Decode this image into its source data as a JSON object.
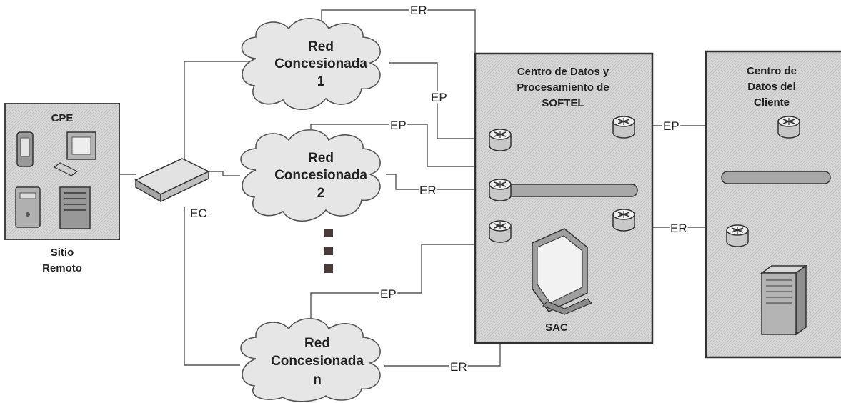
{
  "cpe_box": {
    "title": "CPE",
    "site_line1": "Sitio",
    "site_line2": "Remoto"
  },
  "edge_device_label": "EC",
  "clouds": [
    {
      "line1": "Red",
      "line2": "Concesionada",
      "line3": "1"
    },
    {
      "line1": "Red",
      "line2": "Concesionada",
      "line3": "2"
    },
    {
      "line1": "Red",
      "line2": "Concesionada",
      "line3": "n"
    }
  ],
  "softel_box": {
    "title_line1": "Centro de Datos y",
    "title_line2": "Procesamiento de",
    "title_line3": "SOFTEL",
    "terminal_label": "SAC"
  },
  "client_box": {
    "title_line1": "Centro de",
    "title_line2": "Datos del",
    "title_line3": "Cliente"
  },
  "link_labels": {
    "er_top": "ER",
    "ep_cloud1": "EP",
    "ep_cloud2": "EP",
    "er_cloud2": "ER",
    "ep_cloudn": "EP",
    "er_cloudn": "ER",
    "ep_client": "EP",
    "er_client": "ER"
  },
  "colors": {
    "box_fill": "#d4d4d4",
    "box_stroke": "#333333",
    "cloud_fill": "#e6e6e6",
    "backbone": "#a8a8a8"
  }
}
